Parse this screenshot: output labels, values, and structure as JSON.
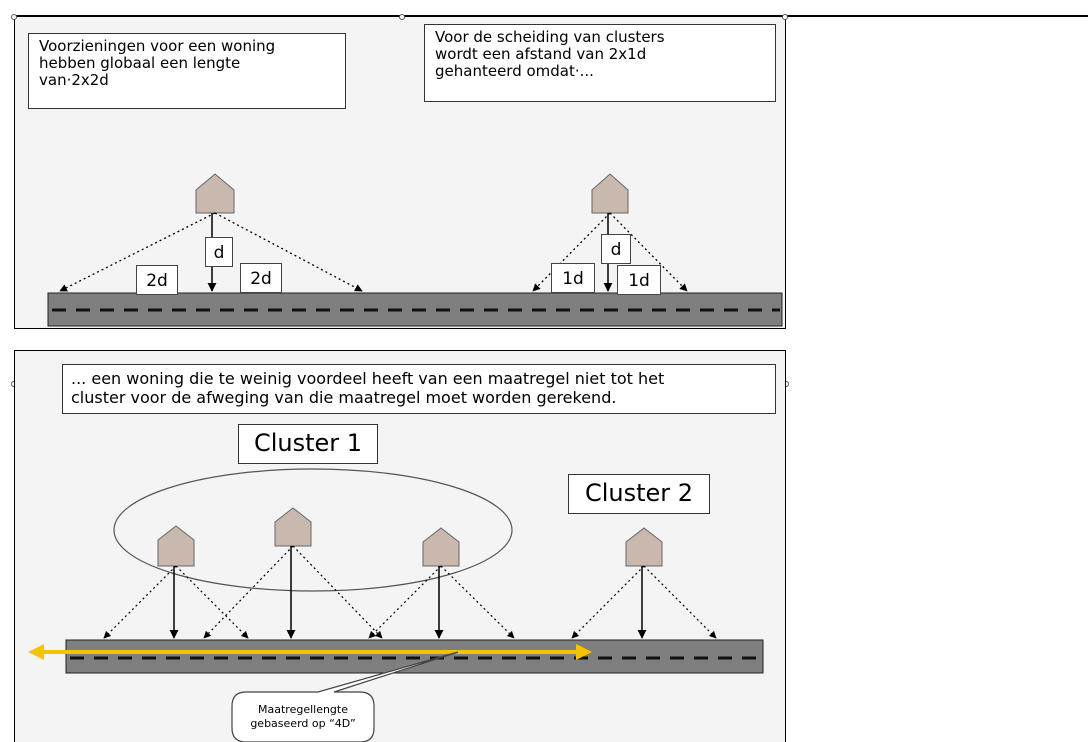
{
  "top_panel": {
    "caption_left": "Voorzieningen voor een woning\nhebben globaal een lengte\nvan·2x2d",
    "caption_right": "Voor de scheiding van clusters\nwordt een afstand van 2x1d\ngehanteerd omdat·...",
    "left_group": {
      "height_label": "d",
      "left_label": "2d",
      "right_label": "2d"
    },
    "right_group": {
      "height_label": "d",
      "left_label": "1d",
      "right_label": "1d"
    }
  },
  "bottom_panel": {
    "caption": "... een woning die te weinig voordeel heeft van een maatregel niet tot het\ncluster voor de afweging van die maatregel moet worden gerekend.",
    "cluster1_label": "Cluster 1",
    "cluster2_label": "Cluster 2",
    "callout": "Maatregellengte\ngebaseerd op “4D”"
  },
  "colors": {
    "house": "#c9b8ad",
    "road": "#7f7f7f",
    "arrow": "#f5c400",
    "panel": "#f4f4f4"
  }
}
